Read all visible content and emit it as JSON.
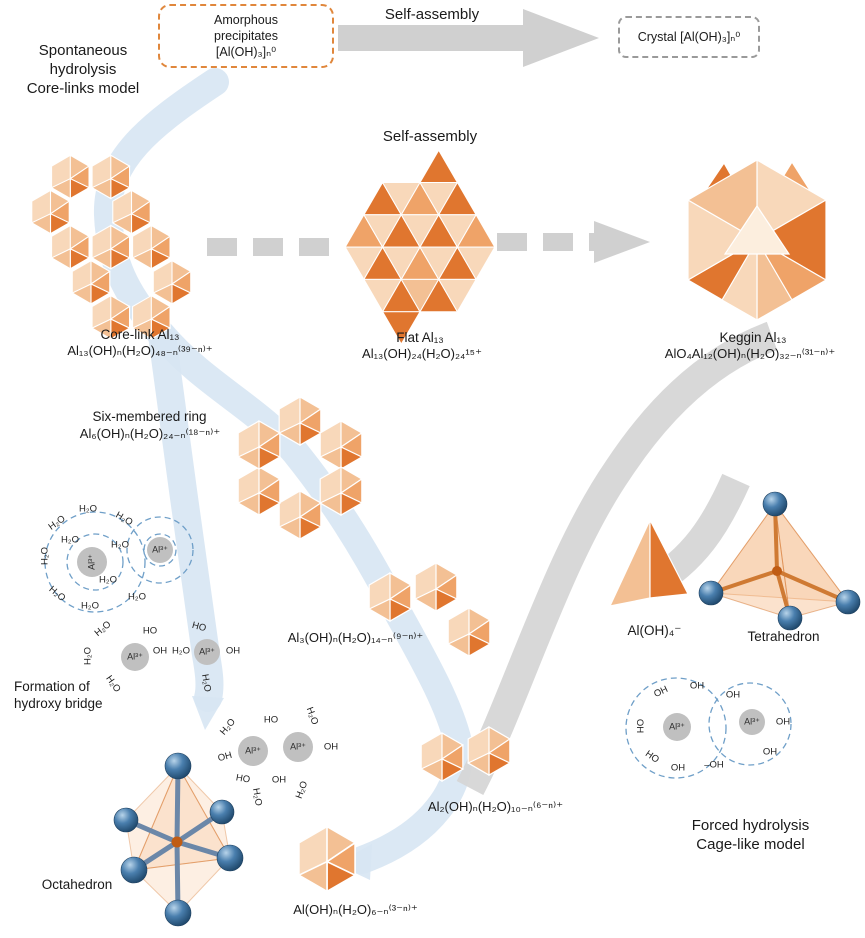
{
  "colors": {
    "poly_dark": "#e0762f",
    "poly_mid": "#efa368",
    "poly_mid2": "#f3c094",
    "poly_light": "#f8d8ba",
    "poly_pale": "#fceede",
    "band_blue": "#d7e5f3",
    "band_gray": "#d6d6d6",
    "arrow_gray": "#d0d0d0",
    "box_orange": "#e0873c",
    "box_gray": "#9a9a9a",
    "dash_blue": "#6f9fc8",
    "stick_blue": "#6b87a8",
    "ion_gray": "#c0c0c0"
  },
  "headers": {
    "spontaneous_model": "Spontaneous\nhydrolysis\nCore-links model",
    "forced_model": "Forced hydrolysis\nCage-like model",
    "self_assembly_top": "Self-assembly",
    "self_assembly_mid": "Self-assembly",
    "formation_bridge": "Formation of\nhydroxy bridge"
  },
  "boxes": {
    "amorphous": "Amorphous\nprecipitates\n[Al(OH)₃]ₙ⁰",
    "crystal": "Crystal  [Al(OH)₃]ₙ⁰"
  },
  "species": {
    "core_link_name": "Core-link Al₁₃",
    "core_link_formula": "Al₁₃(OH)ₙ(H₂O)₄₈₋ₙ⁽³⁹⁻ⁿ⁾⁺",
    "flat_name": "Flat Al₁₃",
    "flat_formula": "Al₁₃(OH)₂₄(H₂O)₂₄¹⁵⁺",
    "keggin_name": "Keggin Al₁₃",
    "keggin_formula": "AlO₄Al₁₂(OH)ₙ(H₂O)₃₂₋ₙ⁽³¹⁻ⁿ⁾⁺",
    "six_ring_name": "Six-membered ring",
    "six_ring_formula": "Al₆(OH)ₙ(H₂O)₂₄₋ₙ⁽¹⁸⁻ⁿ⁾⁺",
    "trimer_formula": "Al₃(OH)ₙ(H₂O)₁₄₋ₙ⁽⁹⁻ⁿ⁾⁺",
    "dimer_formula": "Al₂(OH)ₙ(H₂O)₁₀₋ₙ⁽⁶⁻ⁿ⁾⁺",
    "monomer_formula": "Al(OH)ₙ(H₂O)₆₋ₙ⁽³⁻ⁿ⁾⁺",
    "aloh4": "Al(OH)₄⁻",
    "octahedron": "Octahedron",
    "tetrahedron": "Tetrahedron"
  },
  "mol": {
    "h2o": "H₂O",
    "oh": "OH",
    "ho": "HO",
    "al3plus": "Al³⁺",
    "minus_oh": "–OH"
  }
}
